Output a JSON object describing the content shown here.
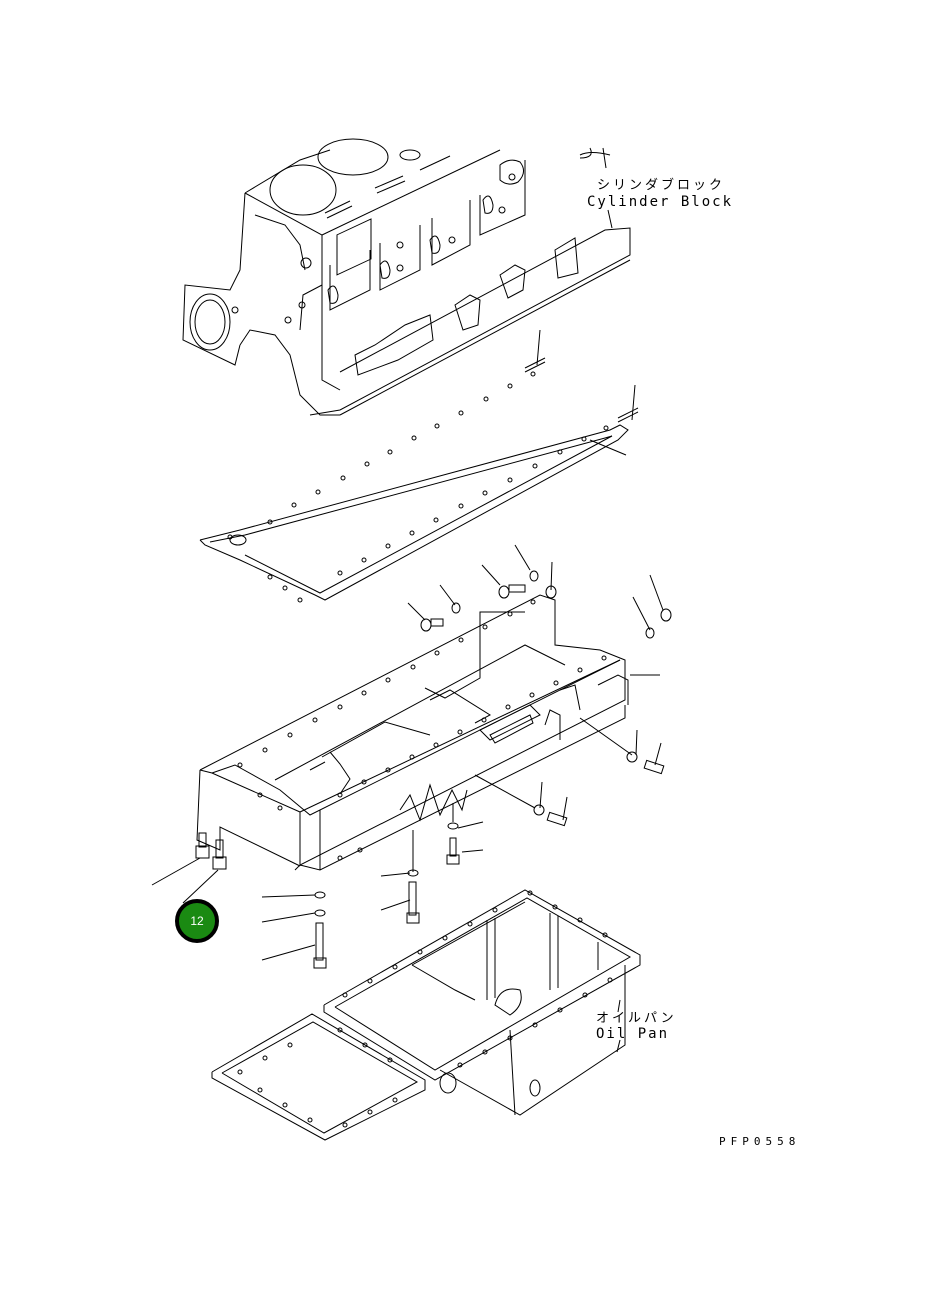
{
  "diagram": {
    "title": "Cylinder Block / Oil Pan exploded parts view",
    "parts": [
      {
        "id": "cylinder-block",
        "label_jp": "シリンダブロック",
        "label_en": "Cylinder Block"
      },
      {
        "id": "oil-pan",
        "label_jp": "オイルパン",
        "label_en": "Oil Pan"
      }
    ],
    "callouts": [
      {
        "number": "12",
        "color": "#1a8a12"
      }
    ],
    "drawing_code": "PFP0558"
  }
}
